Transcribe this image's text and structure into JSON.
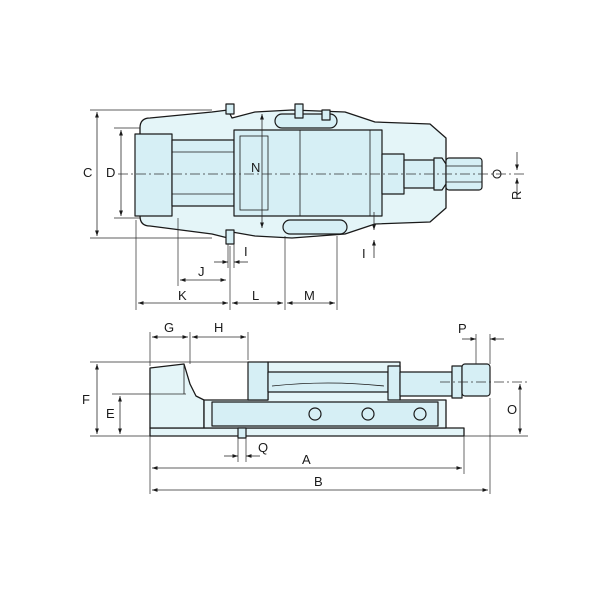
{
  "labels": {
    "A": "A",
    "B": "B",
    "C": "C",
    "D": "D",
    "E": "E",
    "F": "F",
    "G": "G",
    "H": "H",
    "I_top": "I",
    "I_right": "I",
    "J": "J",
    "K": "K",
    "L": "L",
    "M": "M",
    "N": "N",
    "O": "O",
    "P": "P",
    "Q": "Q",
    "R": "R"
  },
  "colors": {
    "body": "#e4f5f8",
    "parts": "#d6eff5",
    "line": "#1a1a1a"
  }
}
